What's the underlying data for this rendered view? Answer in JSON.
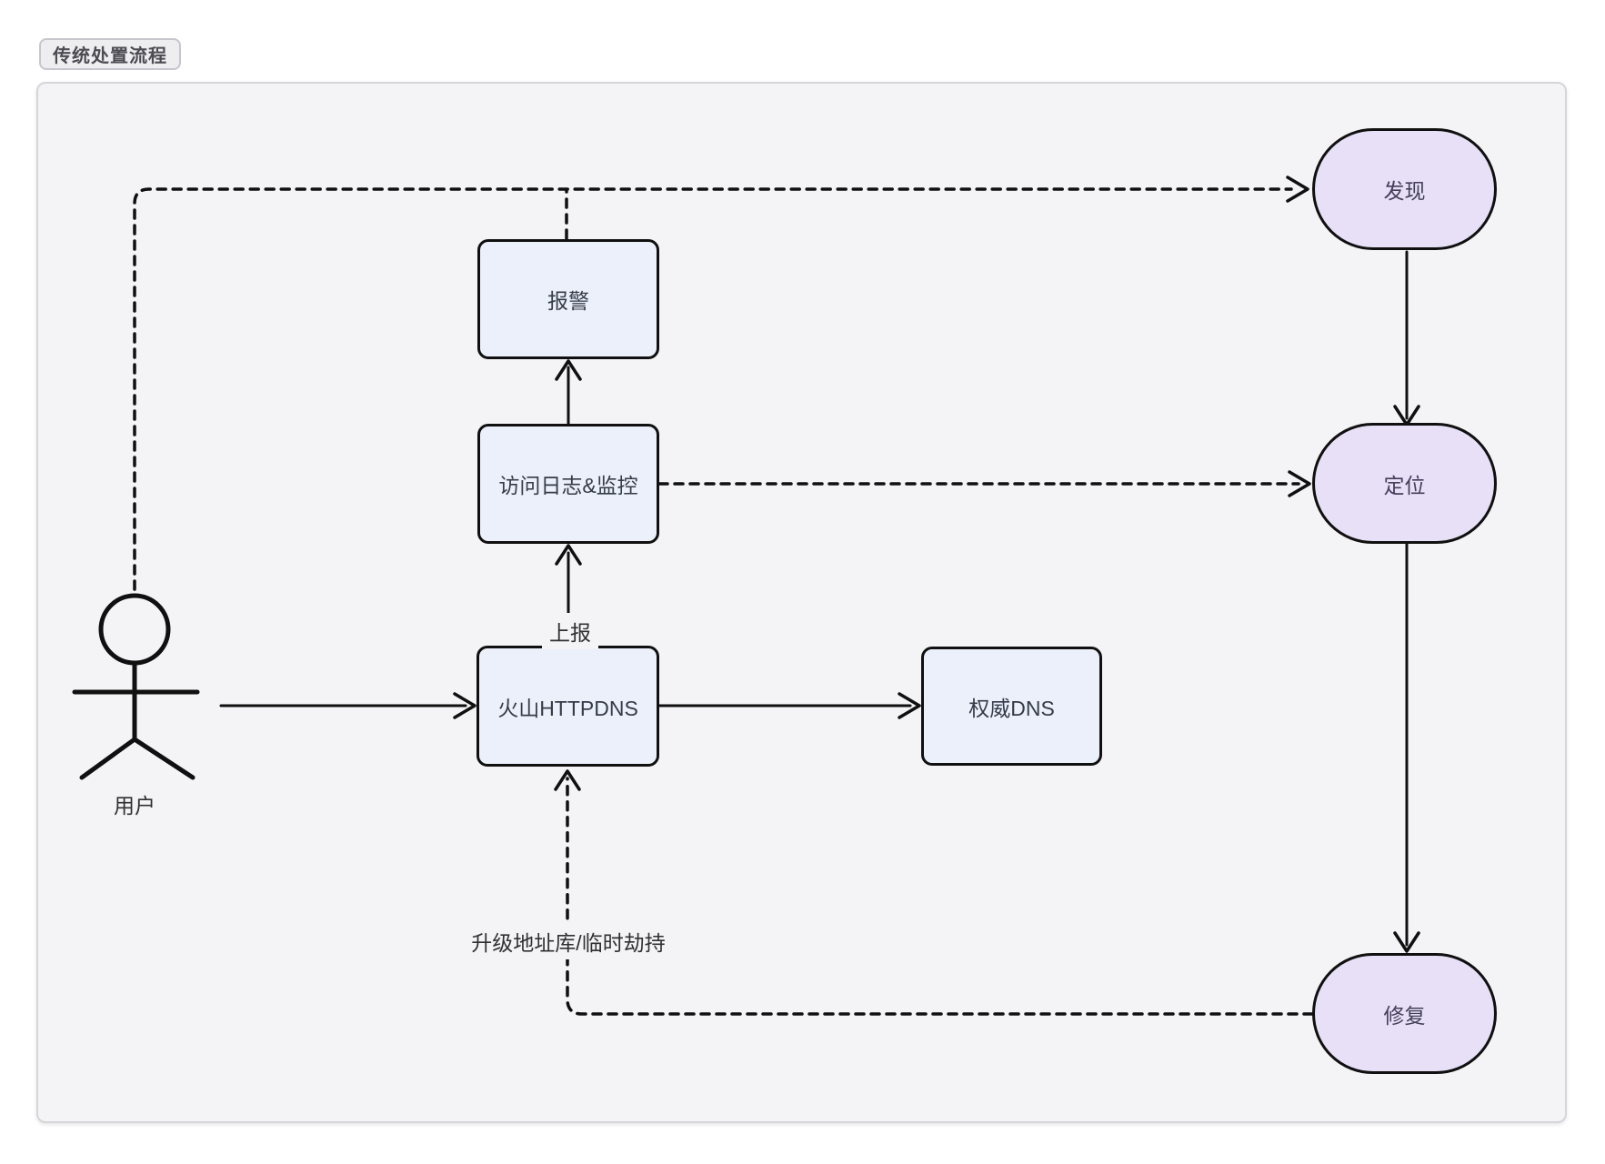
{
  "title_badge": {
    "label": "传统处置流程"
  },
  "diagram": {
    "colors": {
      "page_background": "#ffffff",
      "canvas_background": "#f4f4f6",
      "canvas_border": "#d6d6da",
      "process_node_fill": "#ecf0fa",
      "stage_node_fill": "#e7e0f6",
      "stroke": "#101010"
    },
    "nodes": [
      {
        "id": "baojing",
        "label": "报警",
        "shape": "rect"
      },
      {
        "id": "fangwen-rizhi",
        "label": "访问日志&监控",
        "shape": "rect"
      },
      {
        "id": "huoshan-httpdns",
        "label": "火山HTTPDNS",
        "shape": "rect"
      },
      {
        "id": "quanwei-dns",
        "label": "权威DNS",
        "shape": "rect"
      },
      {
        "id": "faxian",
        "label": "发现",
        "shape": "stadium"
      },
      {
        "id": "dingwei",
        "label": "定位",
        "shape": "stadium"
      },
      {
        "id": "xiufu",
        "label": "修复",
        "shape": "stadium"
      }
    ],
    "actor": {
      "label": "用户"
    },
    "edge_labels": [
      {
        "id": "shangbao",
        "label": "上报"
      },
      {
        "id": "shengji",
        "label": "升级地址库/临时劫持"
      }
    ]
  }
}
